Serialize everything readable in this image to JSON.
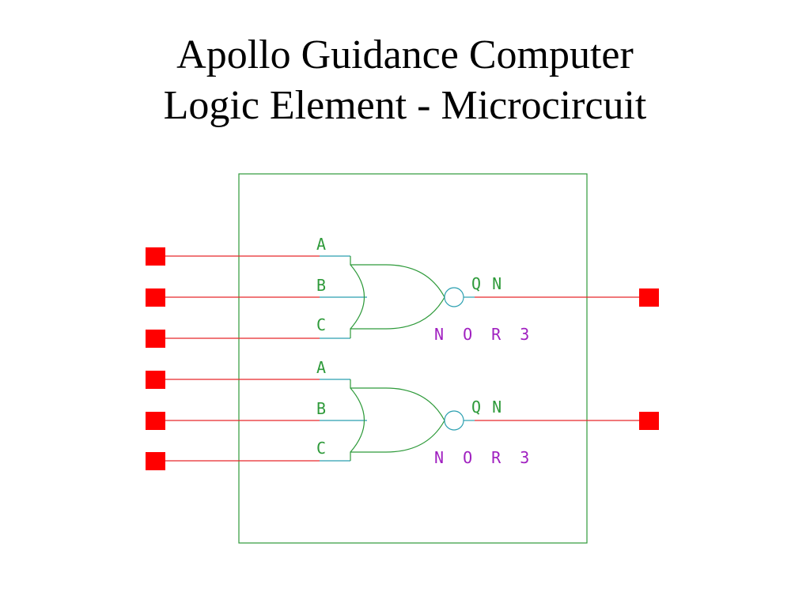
{
  "slide": {
    "title_line1": "Apollo Guidance Computer",
    "title_line2": "Logic Element - Microcircuit"
  },
  "colors": {
    "wire": "#e8282b",
    "pad": "#ff0000",
    "outline": "#2e9a3a",
    "pin_label": "#2e9a3a",
    "gate_label": "#a020c0",
    "bubble": "#2a9fb0",
    "lead": "#2a9fb0"
  },
  "gates": [
    {
      "inputs": [
        "A",
        "B",
        "C"
      ],
      "output": "Q N",
      "label": "N O R 3"
    },
    {
      "inputs": [
        "A",
        "B",
        "C"
      ],
      "output": "Q N",
      "label": "N O R 3"
    }
  ]
}
